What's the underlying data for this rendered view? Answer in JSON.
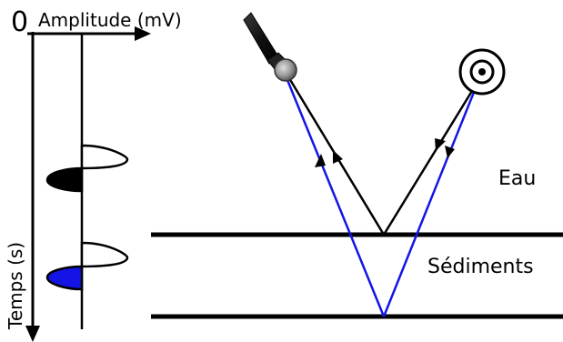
{
  "trace_panel": {
    "origin_label": "0",
    "x_axis_label": "Amplitude (mV)",
    "y_axis_label": "Temps (s)"
  },
  "layers": {
    "water_label": "Eau",
    "sediment_label": "Sédiments"
  },
  "icons": {
    "source": "microphone-icon",
    "receiver": "target-receiver-icon"
  },
  "colors": {
    "line": "#000000",
    "reflection_2": "#1414e6",
    "wavelet_1_fill": "#000000",
    "wavelet_2_fill": "#1414e6"
  }
}
